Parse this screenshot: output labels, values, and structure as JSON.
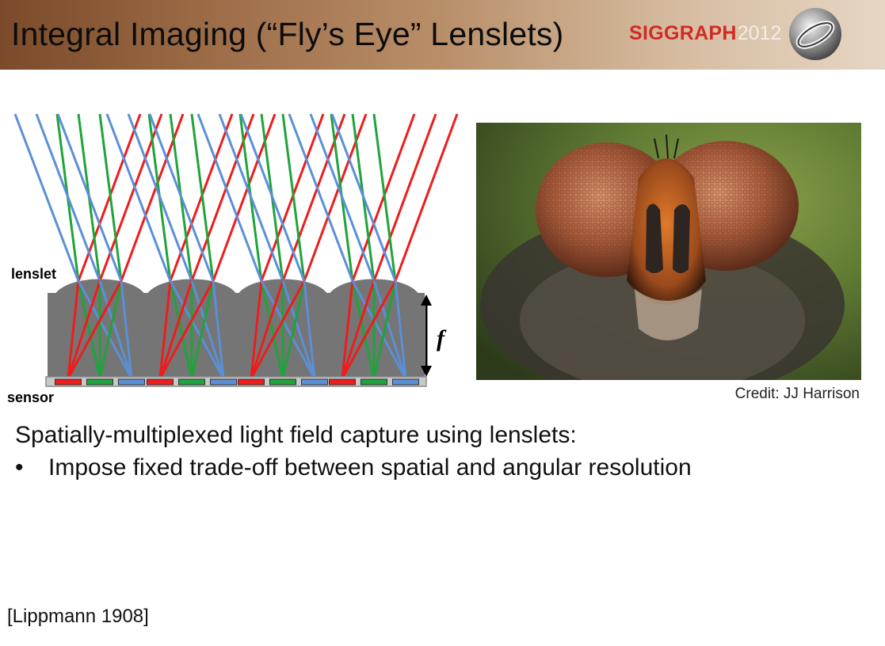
{
  "slide": {
    "title": "Integral Imaging (“Fly’s Eye” Lenslets)",
    "conference_logo_text": "SIGGRAPH",
    "conference_logo_year": "2012",
    "diagram": {
      "label_lenslet": "lenslet",
      "label_sensor": "sensor",
      "label_focal": "f",
      "colors": {
        "red": "#ee1c1c",
        "green": "#1fa33a",
        "blue": "#5b8fd6",
        "body": "#757575"
      }
    },
    "photo_credit": "Credit: JJ Harrison",
    "body_text": "Spatially-multiplexed light field capture using lenslets:",
    "bullets": [
      "Impose fixed trade-off between spatial and angular resolution"
    ],
    "bullet_marker": "•",
    "citation": "[Lippmann 1908]"
  }
}
